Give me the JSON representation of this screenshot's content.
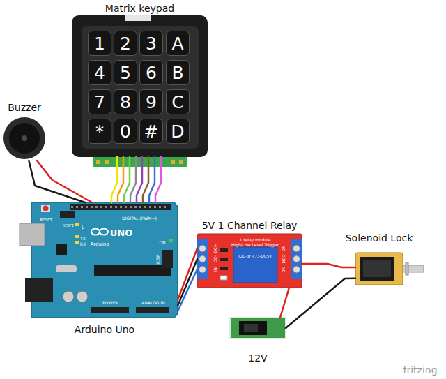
{
  "diagram": {
    "nodes": [
      {
        "text": [
          "Matrix keypad"
        ]
      },
      {
        "text": [
          "1"
        ],
        "in": 0
      },
      {
        "text": [
          "2"
        ],
        "in": 0
      },
      {
        "text": [
          "3"
        ],
        "in": 0
      },
      {
        "text": [
          "A"
        ],
        "in": 0
      },
      {
        "text": [
          "4"
        ],
        "in": 0
      },
      {
        "text": [
          "5"
        ],
        "in": 0
      },
      {
        "text": [
          "6"
        ],
        "in": 0
      },
      {
        "text": [
          "B"
        ],
        "in": 0
      },
      {
        "text": [
          "7"
        ],
        "in": 0
      },
      {
        "text": [
          "8"
        ],
        "in": 0
      },
      {
        "text": [
          "9"
        ],
        "in": 0
      },
      {
        "text": [
          "C"
        ],
        "in": 0
      },
      {
        "text": [
          "*"
        ],
        "in": 0
      },
      {
        "text": [
          "0"
        ],
        "in": 0
      },
      {
        "text": [
          "#"
        ],
        "in": 0
      },
      {
        "text": [
          "D"
        ],
        "in": 0
      },
      {
        "text": [
          "Buzzer"
        ]
      },
      {
        "text": [
          "Arduino Uno"
        ]
      },
      {
        "text": [
          "5V 1 Channel Relay"
        ]
      },
      {
        "text": [
          "Solenoid Lock"
        ]
      },
      {
        "text": [
          "12V"
        ]
      }
    ],
    "edges": [
      {
        "from": 0,
        "to": 18,
        "arrow": "none"
      },
      {
        "from": 0,
        "to": 18,
        "arrow": "none"
      },
      {
        "from": 0,
        "to": 18,
        "arrow": "none"
      },
      {
        "from": 0,
        "to": 18,
        "arrow": "none"
      },
      {
        "from": 0,
        "to": 18,
        "arrow": "none"
      },
      {
        "from": 0,
        "to": 18,
        "arrow": "none"
      },
      {
        "from": 0,
        "to": 18,
        "arrow": "none"
      },
      {
        "from": 0,
        "to": 18,
        "arrow": "none"
      },
      {
        "from": 17,
        "to": 18,
        "arrow": "none"
      },
      {
        "from": 17,
        "to": 18,
        "arrow": "none"
      },
      {
        "from": 18,
        "to": 19,
        "arrow": "none"
      },
      {
        "from": 18,
        "to": 19,
        "arrow": "none"
      },
      {
        "from": 18,
        "to": 19,
        "arrow": "none"
      },
      {
        "from": 19,
        "to": 20,
        "arrow": "none"
      },
      {
        "from": 19,
        "to": 21,
        "arrow": "none"
      },
      {
        "from": 20,
        "to": 21,
        "arrow": "none"
      }
    ],
    "labels": [
      "RESET",
      "ICSP2",
      "L",
      "TX",
      "RX",
      "UNO",
      "Arduino",
      "ON",
      "ICSP",
      "DIGITAL (PWM~)",
      "POWER",
      "ANALOG IN",
      "1 relay module",
      "High/Low Level Trigger",
      "JQC-3F-T73-DC5V",
      "DC+",
      "DC-",
      "IN",
      "NO",
      "COM",
      "NC",
      "fritzing"
    ]
  }
}
